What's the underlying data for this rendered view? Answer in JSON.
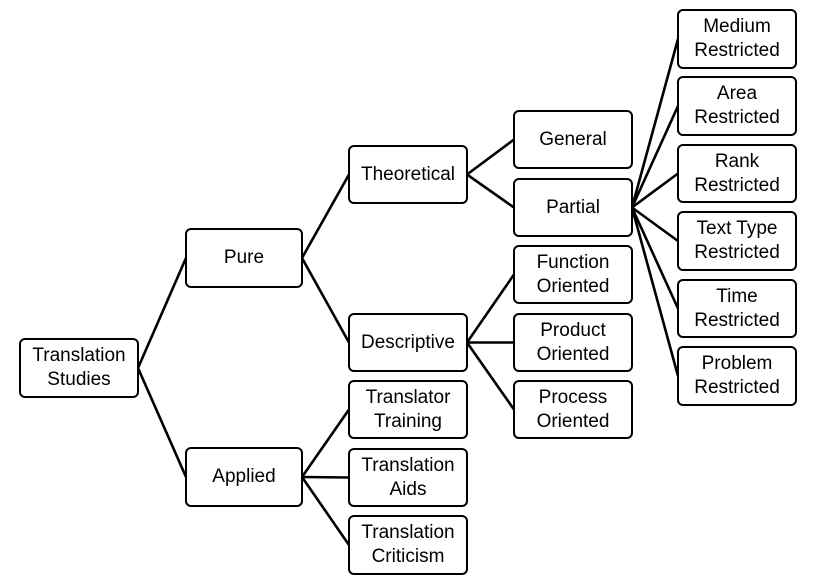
{
  "nodes": {
    "root": [
      "Translation",
      "Studies"
    ],
    "pure": [
      "Pure"
    ],
    "applied": [
      "Applied"
    ],
    "theoretical": [
      "Theoretical"
    ],
    "descriptive": [
      "Descriptive"
    ],
    "translator_training": [
      "Translator",
      "Training"
    ],
    "translation_aids": [
      "Translation",
      "Aids"
    ],
    "translation_criticism": [
      "Translation",
      "Criticism"
    ],
    "general": [
      "General"
    ],
    "partial": [
      "Partial"
    ],
    "function_oriented": [
      "Function",
      "Oriented"
    ],
    "product_oriented": [
      "Product",
      "Oriented"
    ],
    "process_oriented": [
      "Process",
      "Oriented"
    ],
    "medium_restricted": [
      "Medium",
      "Restricted"
    ],
    "area_restricted": [
      "Area",
      "Restricted"
    ],
    "rank_restricted": [
      "Rank",
      "Restricted"
    ],
    "text_type_restricted": [
      "Text Type",
      "Restricted"
    ],
    "time_restricted": [
      "Time",
      "Restricted"
    ],
    "problem_restricted": [
      "Problem",
      "Restricted"
    ]
  },
  "edges": [
    [
      "root",
      "pure"
    ],
    [
      "root",
      "applied"
    ],
    [
      "pure",
      "theoretical"
    ],
    [
      "pure",
      "descriptive"
    ],
    [
      "applied",
      "translator_training"
    ],
    [
      "applied",
      "translation_aids"
    ],
    [
      "applied",
      "translation_criticism"
    ],
    [
      "theoretical",
      "general"
    ],
    [
      "theoretical",
      "partial"
    ],
    [
      "descriptive",
      "function_oriented"
    ],
    [
      "descriptive",
      "product_oriented"
    ],
    [
      "descriptive",
      "process_oriented"
    ],
    [
      "partial",
      "medium_restricted"
    ],
    [
      "partial",
      "area_restricted"
    ],
    [
      "partial",
      "rank_restricted"
    ],
    [
      "partial",
      "text_type_restricted"
    ],
    [
      "partial",
      "time_restricted"
    ],
    [
      "partial",
      "problem_restricted"
    ]
  ]
}
